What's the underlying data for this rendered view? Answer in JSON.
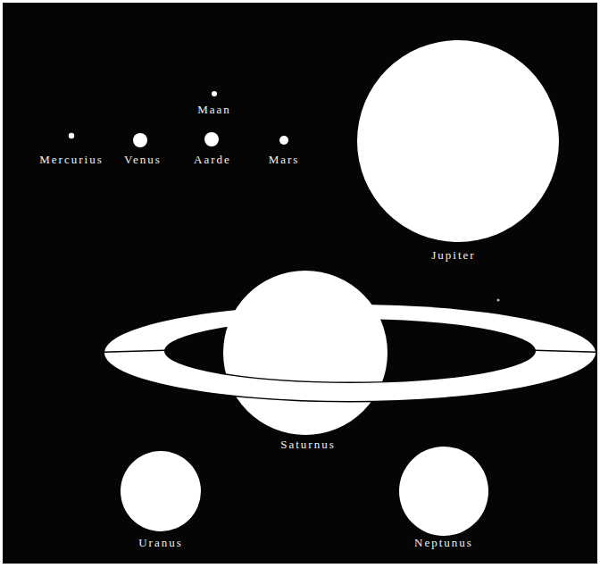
{
  "diagram": {
    "nodes": [
      {
        "text": [
          "Maan"
        ]
      },
      {
        "text": [
          "Mercurius"
        ]
      },
      {
        "text": [
          "Venus"
        ]
      },
      {
        "text": [
          "Aarde"
        ]
      },
      {
        "text": [
          "Mars"
        ]
      },
      {
        "text": [
          "Jupiter"
        ]
      },
      {
        "text": [
          "Saturnus"
        ]
      },
      {
        "text": [
          "Uranus"
        ]
      },
      {
        "text": [
          "Neptunus"
        ]
      }
    ]
  }
}
